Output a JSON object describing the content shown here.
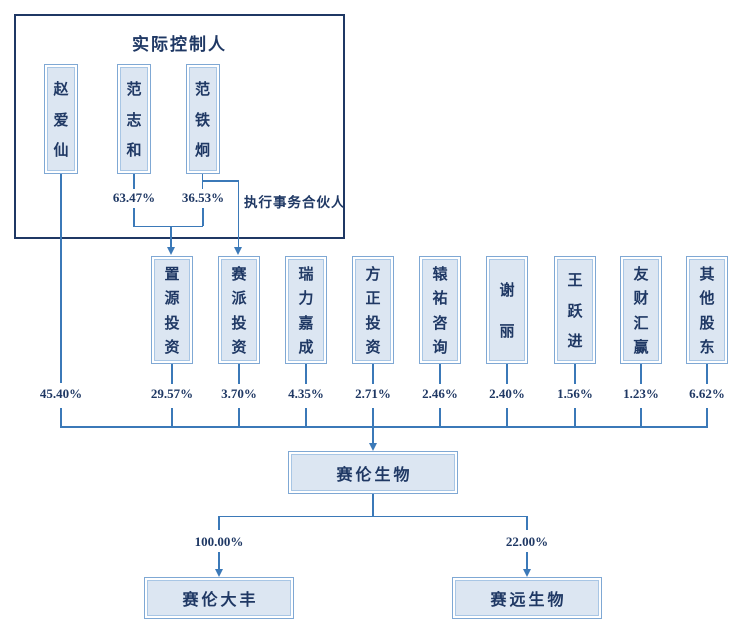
{
  "colors": {
    "navy_text": "#1F3864",
    "connector_blue": "#3B79B8",
    "box_fill": "#DCE6F2",
    "box_border_outer": "#7FA8D4",
    "box_border_inner": "#A8C6E5"
  },
  "controller_group": {
    "title": "实际控制人",
    "gp_label": "执行事务合伙人",
    "members": [
      {
        "name": "赵爱仙",
        "stake": "45.40%"
      },
      {
        "name": "范志和",
        "stake": "63.47%"
      },
      {
        "name": "范铁炯",
        "stake": "36.53%"
      }
    ]
  },
  "shareholders": [
    {
      "name": "置源投资",
      "stake": "29.57%"
    },
    {
      "name": "赛派投资",
      "stake": "3.70%"
    },
    {
      "name": "瑞力嘉成",
      "stake": "4.35%"
    },
    {
      "name": "方正投资",
      "stake": "2.71%"
    },
    {
      "name": "辕祐咨询",
      "stake": "2.46%"
    },
    {
      "name": "谢丽",
      "stake": "2.40%"
    },
    {
      "name": "王跃进",
      "stake": "1.56%"
    },
    {
      "name": "友财汇赢",
      "stake": "1.23%"
    },
    {
      "name": "其他股东",
      "stake": "6.62%"
    }
  ],
  "company": {
    "name": "赛伦生物"
  },
  "subsidiaries": [
    {
      "name": "赛伦大丰",
      "stake": "100.00%"
    },
    {
      "name": "赛远生物",
      "stake": "22.00%"
    }
  ]
}
